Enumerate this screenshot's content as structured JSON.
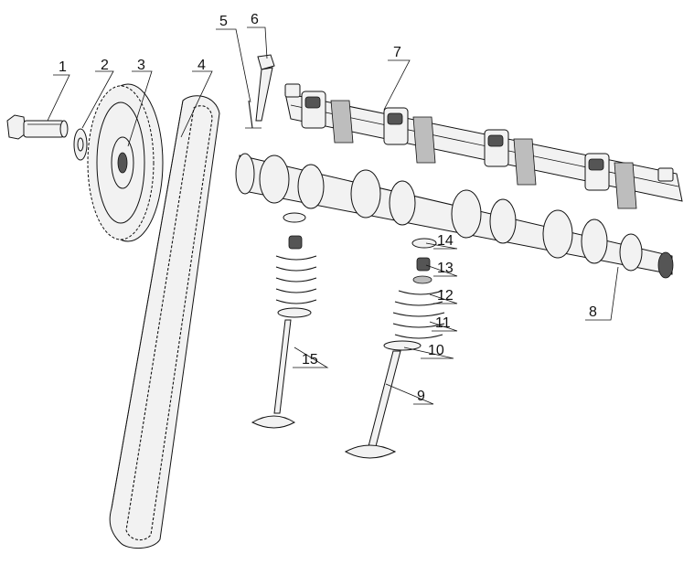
{
  "callouts": [
    {
      "id": "1",
      "text": "1"
    },
    {
      "id": "2",
      "text": "2"
    },
    {
      "id": "3",
      "text": "3"
    },
    {
      "id": "4",
      "text": "4"
    },
    {
      "id": "5",
      "text": "5"
    },
    {
      "id": "6",
      "text": "6"
    },
    {
      "id": "7",
      "text": "7"
    },
    {
      "id": "8",
      "text": "8"
    },
    {
      "id": "9",
      "text": "9"
    },
    {
      "id": "10",
      "text": "10"
    },
    {
      "id": "11",
      "text": "11"
    },
    {
      "id": "12",
      "text": "12"
    },
    {
      "id": "13",
      "text": "13"
    },
    {
      "id": "14",
      "text": "14"
    },
    {
      "id": "15",
      "text": "15"
    }
  ],
  "colors": {
    "ink": "#111111",
    "paper": "#ffffff",
    "shade": "#bdbdbd"
  }
}
